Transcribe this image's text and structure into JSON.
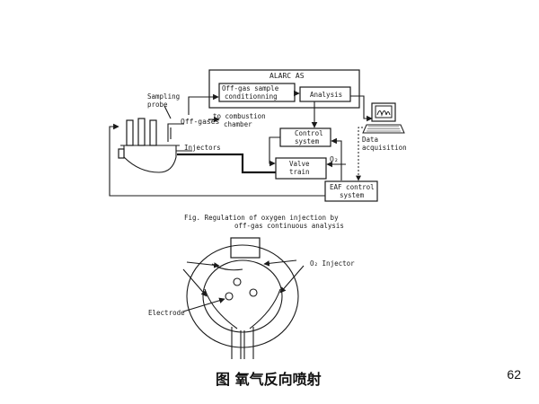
{
  "top_figure": {
    "system_title": "ALARC AS",
    "offgas_box": [
      "Off-gas sample",
      "conditionning"
    ],
    "analysis_box": "Analysis",
    "control_box": [
      "Control",
      "system"
    ],
    "valve_box": [
      "Valve",
      "train"
    ],
    "eaf_box": [
      "EAF control",
      "system"
    ],
    "sampling_probe": [
      "Sampling",
      "probe"
    ],
    "off_gases": "Off-gases",
    "to_combustion": [
      "to combustion",
      "chamber"
    ],
    "injectors": "Injectors",
    "oxygen_label": "O₂",
    "data_acquisition": [
      "Data",
      "acquisition"
    ],
    "caption": [
      "Fig.    Regulation of oxygen injection by",
      "off-gas continuous analysis"
    ]
  },
  "bottom_figure": {
    "o2_injector": "O₂ Injector",
    "electrode": "Electrode"
  },
  "caption_cn": "图   氧气反向喷射",
  "page_number": "62"
}
